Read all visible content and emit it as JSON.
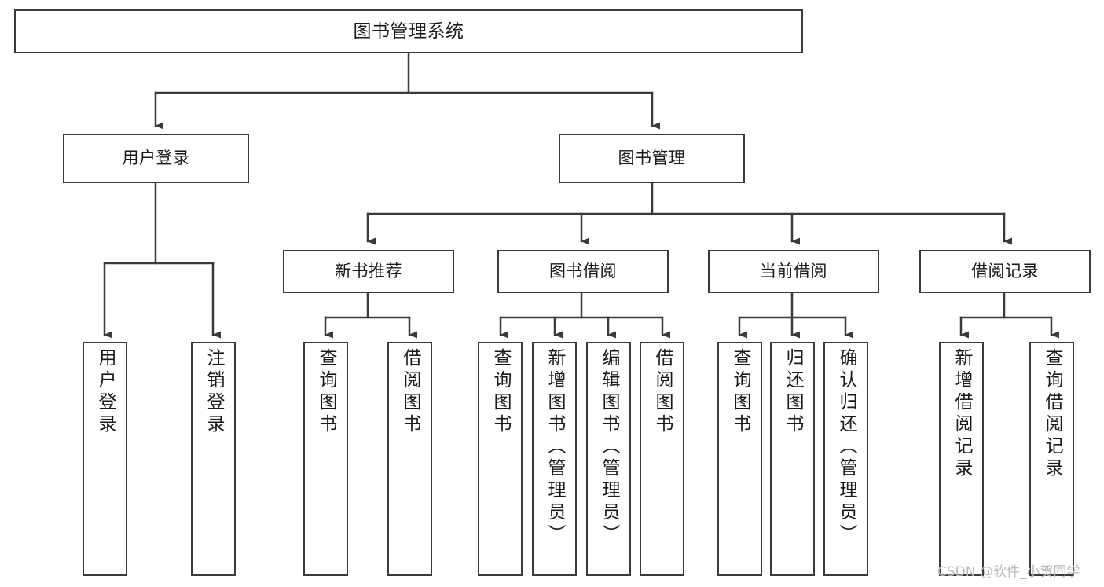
{
  "diagram": {
    "title": "图书管理系统",
    "type": "tree-hierarchy-chart",
    "watermark": "CSDN @软件_小贺同学",
    "nodes": {
      "root": {
        "label": "图书管理系统"
      },
      "level2": [
        {
          "label": "用户登录"
        },
        {
          "label": "图书管理"
        }
      ],
      "level3": [
        {
          "label": "新书推荐"
        },
        {
          "label": "图书借阅"
        },
        {
          "label": "当前借阅"
        },
        {
          "label": "借阅记录"
        }
      ],
      "leaves": [
        {
          "label": "用户登录"
        },
        {
          "label": "注销登录"
        },
        {
          "label": "查询图书"
        },
        {
          "label": "借阅图书"
        },
        {
          "label": "查询图书"
        },
        {
          "label": "新增图书（管理员）"
        },
        {
          "label": "编辑图书（管理员）"
        },
        {
          "label": "借阅图书"
        },
        {
          "label": "查询图书"
        },
        {
          "label": "归还图书"
        },
        {
          "label": "确认归还（管理员）"
        },
        {
          "label": "新增借阅记录"
        },
        {
          "label": "查询借阅记录"
        }
      ]
    },
    "colors": {
      "stroke": "#3a3a3a",
      "fill": "#ffffff",
      "text": "#1a1a1a",
      "watermark": "#b9b9b9"
    }
  }
}
